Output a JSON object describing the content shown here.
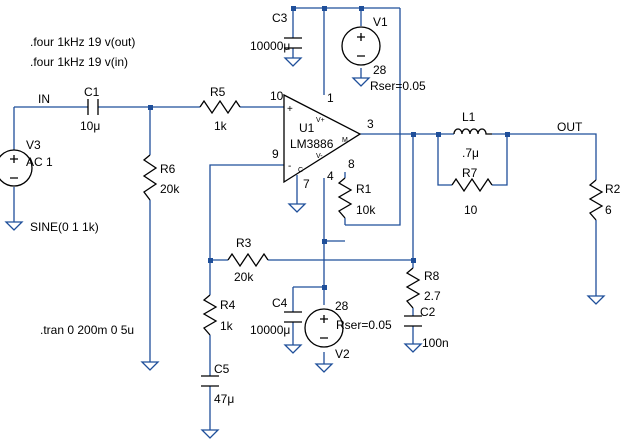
{
  "directives": [
    ".four 1kHz 19 v(out)",
    ".four 1kHz 19 v(in)"
  ],
  "tran": ".tran 0 200m 0 5u",
  "nets": {
    "in": "IN",
    "out": "OUT"
  },
  "components": {
    "C1": {
      "ref": "C1",
      "value": "10μ"
    },
    "R5": {
      "ref": "R5",
      "value": "1k"
    },
    "R6": {
      "ref": "R6",
      "value": "20k"
    },
    "V3": {
      "ref": "V3",
      "value": "AC 1",
      "source": "SINE(0 1 1k)"
    },
    "C3": {
      "ref": "C3",
      "value": "10000μ"
    },
    "V1": {
      "ref": "V1",
      "value": "28",
      "rser": "Rser=0.05"
    },
    "U1": {
      "ref": "U1",
      "part": "LM3886",
      "pins": {
        "p1": "1",
        "p3": "3",
        "p4": "4",
        "p7": "7",
        "p8": "8",
        "p9": "9",
        "p10": "10"
      },
      "glyphs": {
        "plus": "+",
        "minus": "-",
        "vp": "V+",
        "vm": "V-",
        "m": "M",
        "c": "C"
      }
    },
    "R1": {
      "ref": "R1",
      "value": "10k"
    },
    "L1": {
      "ref": "L1",
      "value": ".7μ"
    },
    "R7": {
      "ref": "R7",
      "value": "10"
    },
    "R2": {
      "ref": "R2",
      "value": "6"
    },
    "R3": {
      "ref": "R3",
      "value": "20k"
    },
    "R8": {
      "ref": "R8",
      "value": "2.7"
    },
    "C2": {
      "ref": "C2",
      "value": "100n"
    },
    "R4": {
      "ref": "R4",
      "value": "1k"
    },
    "C5": {
      "ref": "C5",
      "value": "47μ"
    },
    "C4": {
      "ref": "C4",
      "value": "10000μ"
    },
    "V2": {
      "ref": "V2",
      "value": "28",
      "rser": "Rser=0.05"
    }
  },
  "colors": {
    "wire": "#1f4f9a",
    "component": "#000000",
    "background": "#ffffff"
  }
}
